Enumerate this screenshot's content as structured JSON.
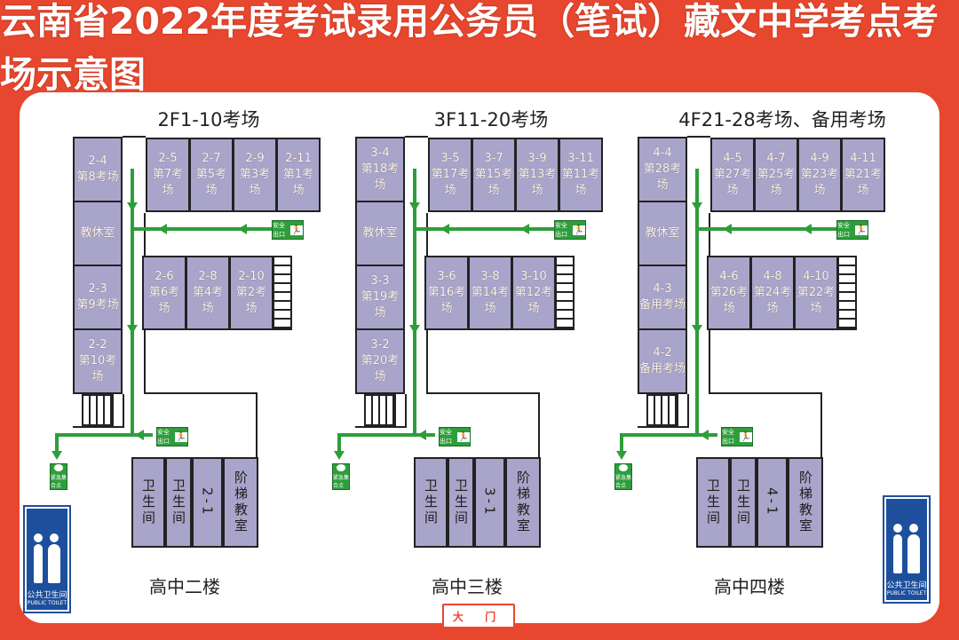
{
  "title": "云南省2022年度考试录用公务员（笔试）藏文中学考点考场示意图",
  "gate_label": "大 门",
  "exit_sign_text": "安全出口",
  "assembly_text": "紧急集合点",
  "toilet": {
    "zh": "公共卫生间",
    "en": "PUBLIC TOILET"
  },
  "floors": [
    {
      "heading": "2F1-10考场",
      "name": "高中二楼",
      "left_column": [
        {
          "code": "2-4",
          "label": "第8考场"
        },
        {
          "code": "",
          "label": "教休室"
        },
        {
          "code": "2-3",
          "label": "第9考场"
        },
        {
          "code": "2-2",
          "label": "第10考场"
        }
      ],
      "top_row": [
        {
          "code": "2-5",
          "label": "第7考场"
        },
        {
          "code": "2-7",
          "label": "第5考场"
        },
        {
          "code": "2-9",
          "label": "第3考场"
        },
        {
          "code": "2-11",
          "label": "第1考场"
        }
      ],
      "middle_row": [
        {
          "code": "2-6",
          "label": "第6考场"
        },
        {
          "code": "2-8",
          "label": "第4考场"
        },
        {
          "code": "2-10",
          "label": "第2考场"
        }
      ],
      "bottom_row": [
        "卫生间",
        "卫生间",
        "2-1",
        "阶梯教室"
      ]
    },
    {
      "heading": "3F11-20考场",
      "name": "高中三楼",
      "left_column": [
        {
          "code": "3-4",
          "label": "第18考场"
        },
        {
          "code": "",
          "label": "教休室"
        },
        {
          "code": "3-3",
          "label": "第19考场"
        },
        {
          "code": "3-2",
          "label": "第20考场"
        }
      ],
      "top_row": [
        {
          "code": "3-5",
          "label": "第17考场"
        },
        {
          "code": "3-7",
          "label": "第15考场"
        },
        {
          "code": "3-9",
          "label": "第13考场"
        },
        {
          "code": "3-11",
          "label": "第11考场"
        }
      ],
      "middle_row": [
        {
          "code": "3-6",
          "label": "第16考场"
        },
        {
          "code": "3-8",
          "label": "第14考场"
        },
        {
          "code": "3-10",
          "label": "第12考场"
        }
      ],
      "bottom_row": [
        "卫生间",
        "卫生间",
        "3-1",
        "阶梯教室"
      ]
    },
    {
      "heading": "4F21-28考场、备用考场",
      "name": "高中四楼",
      "left_column": [
        {
          "code": "4-4",
          "label": "第28考场"
        },
        {
          "code": "",
          "label": "教休室"
        },
        {
          "code": "4-3",
          "label": "备用考场"
        },
        {
          "code": "4-2",
          "label": "备用考场"
        }
      ],
      "top_row": [
        {
          "code": "4-5",
          "label": "第27考场"
        },
        {
          "code": "4-7",
          "label": "第25考场"
        },
        {
          "code": "4-9",
          "label": "第23考场"
        },
        {
          "code": "4-11",
          "label": "第21考场"
        }
      ],
      "middle_row": [
        {
          "code": "4-6",
          "label": "第26考场"
        },
        {
          "code": "4-8",
          "label": "第24考场"
        },
        {
          "code": "4-10",
          "label": "第22考场"
        }
      ],
      "bottom_row": [
        "卫生间",
        "卫生间",
        "4-1",
        "阶梯教室"
      ]
    }
  ]
}
